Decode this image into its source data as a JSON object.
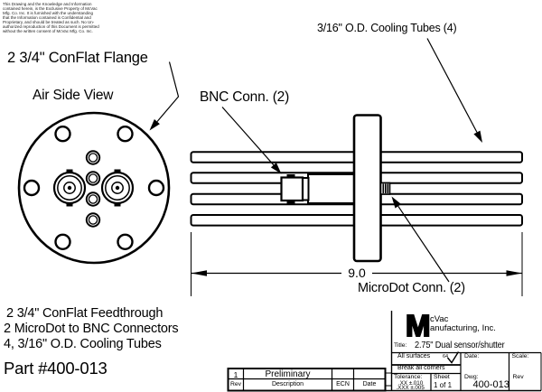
{
  "disclaimer": {
    "lines": [
      "This Drawing and the Knowledge and Information",
      "contained herein, is the Exclusive Property of McVac",
      "Mfg. Co. Inc. It is furnished with the understanding",
      "that the Information contained is Confidential and",
      "Proprietary, and should be treated as such. No Un-",
      "authorized reproduction of this Document is permitted",
      "without the written consent of McVac Mfg. Co. Inc."
    ]
  },
  "labels": {
    "flange": "2 3/4\" ConFlat Flange",
    "air_side_view": "Air Side View",
    "bnc": "BNC Conn. (2)",
    "cooling_tubes": "3/16\" O.D. Cooling Tubes (4)",
    "microdot": "MicroDot Conn. (2)",
    "dimension": "9.0"
  },
  "description": {
    "line1": "2 3/4\" ConFlat Feedthrough",
    "line2": "2 MicroDot to BNC Connectors",
    "line3": "4, 3/16\" O.D. Cooling Tubes",
    "part_number": "Part #400-013"
  },
  "title_block": {
    "company_initial": "M",
    "company_line1": "cVac",
    "company_line2": "anufacturing, Inc.",
    "title_label": "Title:",
    "title_value": "2.75\" Dual sensor/shutter",
    "all_surfaces": "All surfaces",
    "surface_finish": "64",
    "date_label": "Date:",
    "scale_label": "Scale:",
    "break_corners": "Break all corners",
    "tolerance_label": "Tolerance:",
    "tolerance_xx": ".XX  ±.010",
    "tolerance_xxx": ".XXX ±.005",
    "sheet_label": "Sheet",
    "sheet_value": "1  of  1",
    "dwg_label": "Dwg:",
    "dwg_value": "400-013",
    "rev_label": "Rev"
  },
  "revision_table": {
    "headers": {
      "rev": "Rev",
      "description": "Description",
      "ecn": "ECN",
      "date": "Date"
    },
    "rows": [
      {
        "rev": "1",
        "description": "Preliminary",
        "ecn": "",
        "date": ""
      }
    ]
  },
  "colors": {
    "ink": "#000000",
    "paper": "#ffffff"
  }
}
